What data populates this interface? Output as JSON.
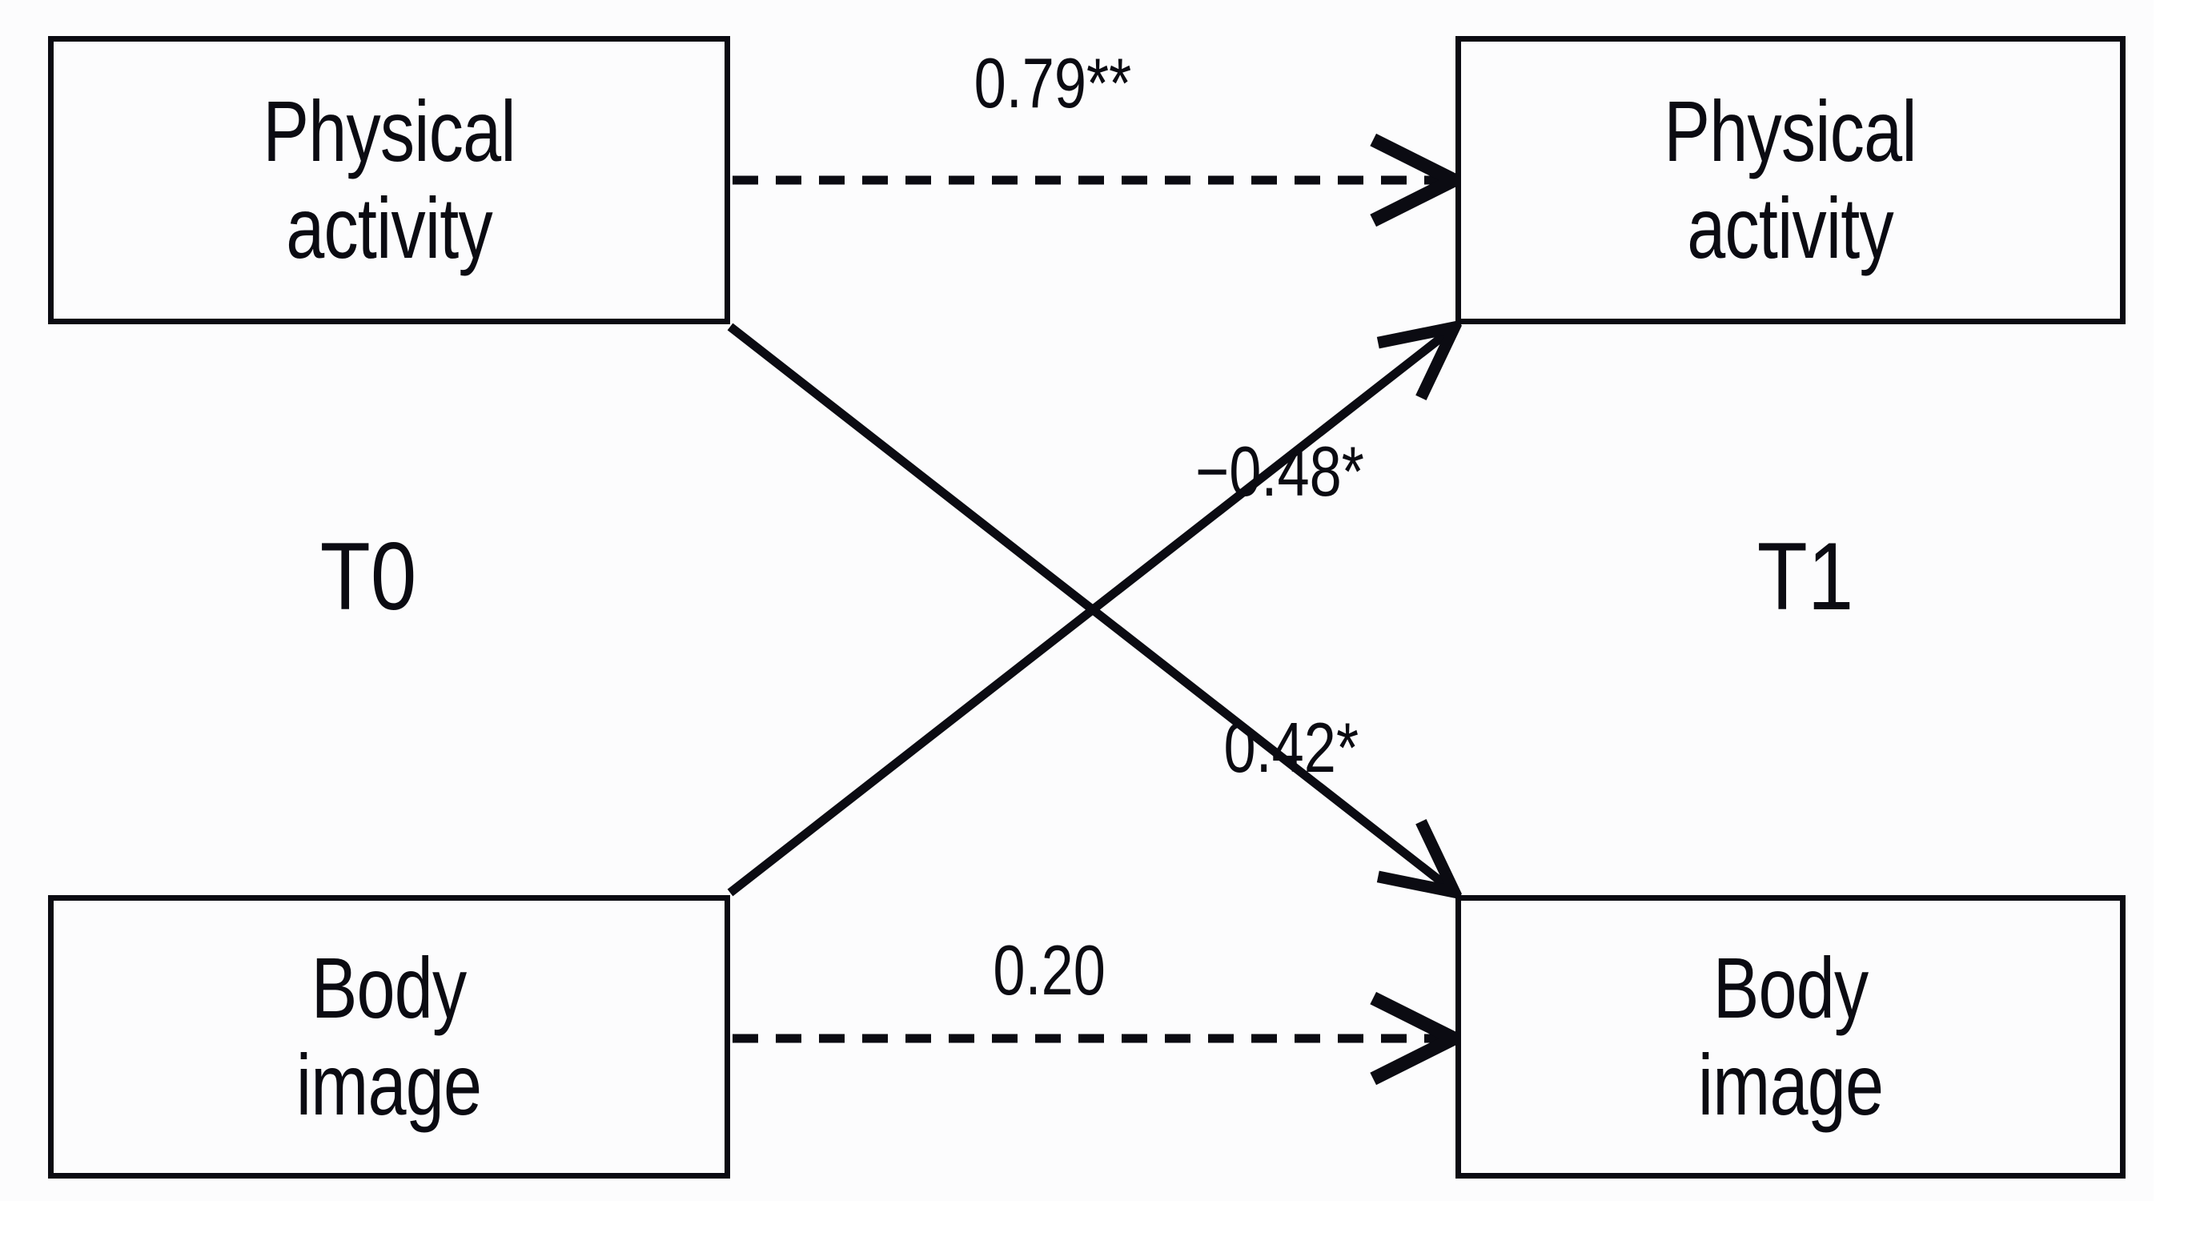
{
  "diagram": {
    "type": "cross-lagged-panel-path-diagram",
    "time_points": [
      {
        "id": "t0",
        "label": "T0"
      },
      {
        "id": "t1",
        "label": "T1"
      }
    ],
    "nodes": [
      {
        "id": "pa_t0",
        "label": "Physical\nactivity",
        "time": "T0",
        "position": "top-left"
      },
      {
        "id": "pa_t1",
        "label": "Physical\nactivity",
        "time": "T1",
        "position": "top-right"
      },
      {
        "id": "bi_t0",
        "label": "Body\nimage",
        "time": "T0",
        "position": "bottom-left"
      },
      {
        "id": "bi_t1",
        "label": "Body\nimage",
        "time": "T1",
        "position": "bottom-right"
      }
    ],
    "paths": [
      {
        "id": "auto_pa",
        "from": "pa_t0",
        "to": "pa_t1",
        "coefficient": "0.79**",
        "value": 0.79,
        "significance": "**",
        "style": "dashed",
        "kind": "autoregressive"
      },
      {
        "id": "cross_bi_pa",
        "from": "bi_t0",
        "to": "pa_t1",
        "coefficient": "−0.48*",
        "value": -0.48,
        "significance": "*",
        "style": "solid",
        "kind": "cross-lagged"
      },
      {
        "id": "cross_pa_bi",
        "from": "pa_t0",
        "to": "bi_t1",
        "coefficient": "0.42*",
        "value": 0.42,
        "significance": "*",
        "style": "solid",
        "kind": "cross-lagged"
      },
      {
        "id": "auto_bi",
        "from": "bi_t0",
        "to": "bi_t1",
        "coefficient": "0.20",
        "value": 0.2,
        "significance": "",
        "style": "dashed",
        "kind": "autoregressive"
      }
    ],
    "colors": {
      "stroke": "#0b0b12",
      "box_fill": "#fcfcfd",
      "background": "#ffffff",
      "text": "#0b0b12"
    }
  }
}
